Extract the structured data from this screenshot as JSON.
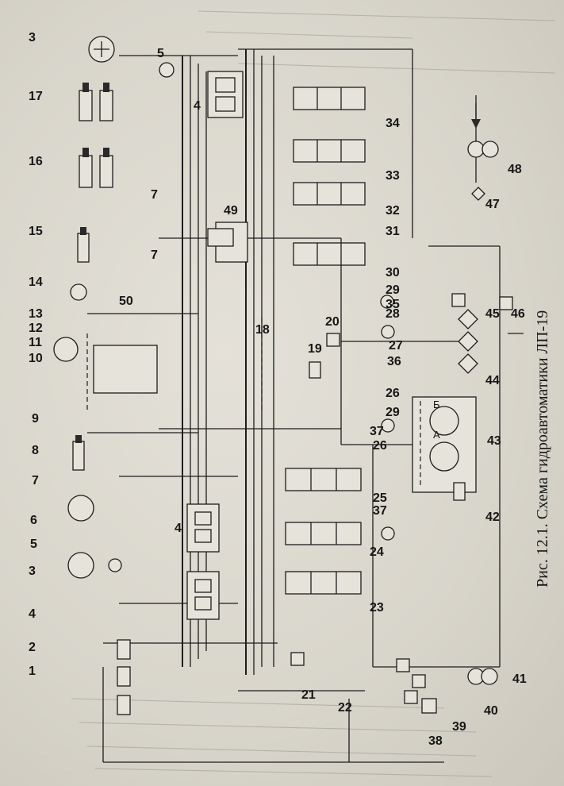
{
  "caption": "Рис. 12.1. Схема гидроавтоматики ЛП-19",
  "valve_labels": [
    "А",
    "Б"
  ],
  "callouts": [
    {
      "id": "n1",
      "text": "1"
    },
    {
      "id": "n2",
      "text": "2"
    },
    {
      "id": "n3a",
      "text": "3"
    },
    {
      "id": "n3b",
      "text": "3"
    },
    {
      "id": "n4a",
      "text": "4"
    },
    {
      "id": "n4b",
      "text": "4"
    },
    {
      "id": "n4c",
      "text": "4"
    },
    {
      "id": "n5a",
      "text": "5"
    },
    {
      "id": "n5b",
      "text": "5"
    },
    {
      "id": "n6",
      "text": "6"
    },
    {
      "id": "n7a",
      "text": "7"
    },
    {
      "id": "n7b",
      "text": "7"
    },
    {
      "id": "n7c",
      "text": "7"
    },
    {
      "id": "n8",
      "text": "8"
    },
    {
      "id": "n9",
      "text": "9"
    },
    {
      "id": "n10",
      "text": "10"
    },
    {
      "id": "n11",
      "text": "11"
    },
    {
      "id": "n12",
      "text": "12"
    },
    {
      "id": "n13",
      "text": "13"
    },
    {
      "id": "n14",
      "text": "14"
    },
    {
      "id": "n15",
      "text": "15"
    },
    {
      "id": "n16",
      "text": "16"
    },
    {
      "id": "n17",
      "text": "17"
    },
    {
      "id": "n18",
      "text": "18"
    },
    {
      "id": "n19",
      "text": "19"
    },
    {
      "id": "n20",
      "text": "20"
    },
    {
      "id": "n21",
      "text": "21"
    },
    {
      "id": "n22",
      "text": "22"
    },
    {
      "id": "n23",
      "text": "23"
    },
    {
      "id": "n24",
      "text": "24"
    },
    {
      "id": "n25",
      "text": "25"
    },
    {
      "id": "n26a",
      "text": "26"
    },
    {
      "id": "n26b",
      "text": "26"
    },
    {
      "id": "n27",
      "text": "27"
    },
    {
      "id": "n28",
      "text": "28"
    },
    {
      "id": "n29a",
      "text": "29"
    },
    {
      "id": "n29b",
      "text": "29"
    },
    {
      "id": "n30",
      "text": "30"
    },
    {
      "id": "n31",
      "text": "31"
    },
    {
      "id": "n32",
      "text": "32"
    },
    {
      "id": "n33",
      "text": "33"
    },
    {
      "id": "n34",
      "text": "34"
    },
    {
      "id": "n35",
      "text": "35"
    },
    {
      "id": "n36",
      "text": "36"
    },
    {
      "id": "n37a",
      "text": "37"
    },
    {
      "id": "n37b",
      "text": "37"
    },
    {
      "id": "n38",
      "text": "38"
    },
    {
      "id": "n39",
      "text": "39"
    },
    {
      "id": "n40",
      "text": "40"
    },
    {
      "id": "n41",
      "text": "41"
    },
    {
      "id": "n42",
      "text": "42"
    },
    {
      "id": "n43",
      "text": "43"
    },
    {
      "id": "n44",
      "text": "44"
    },
    {
      "id": "n45",
      "text": "45"
    },
    {
      "id": "n46",
      "text": "46"
    },
    {
      "id": "n47",
      "text": "47"
    },
    {
      "id": "n48",
      "text": "48"
    },
    {
      "id": "n49",
      "text": "49"
    },
    {
      "id": "n50",
      "text": "50"
    }
  ]
}
